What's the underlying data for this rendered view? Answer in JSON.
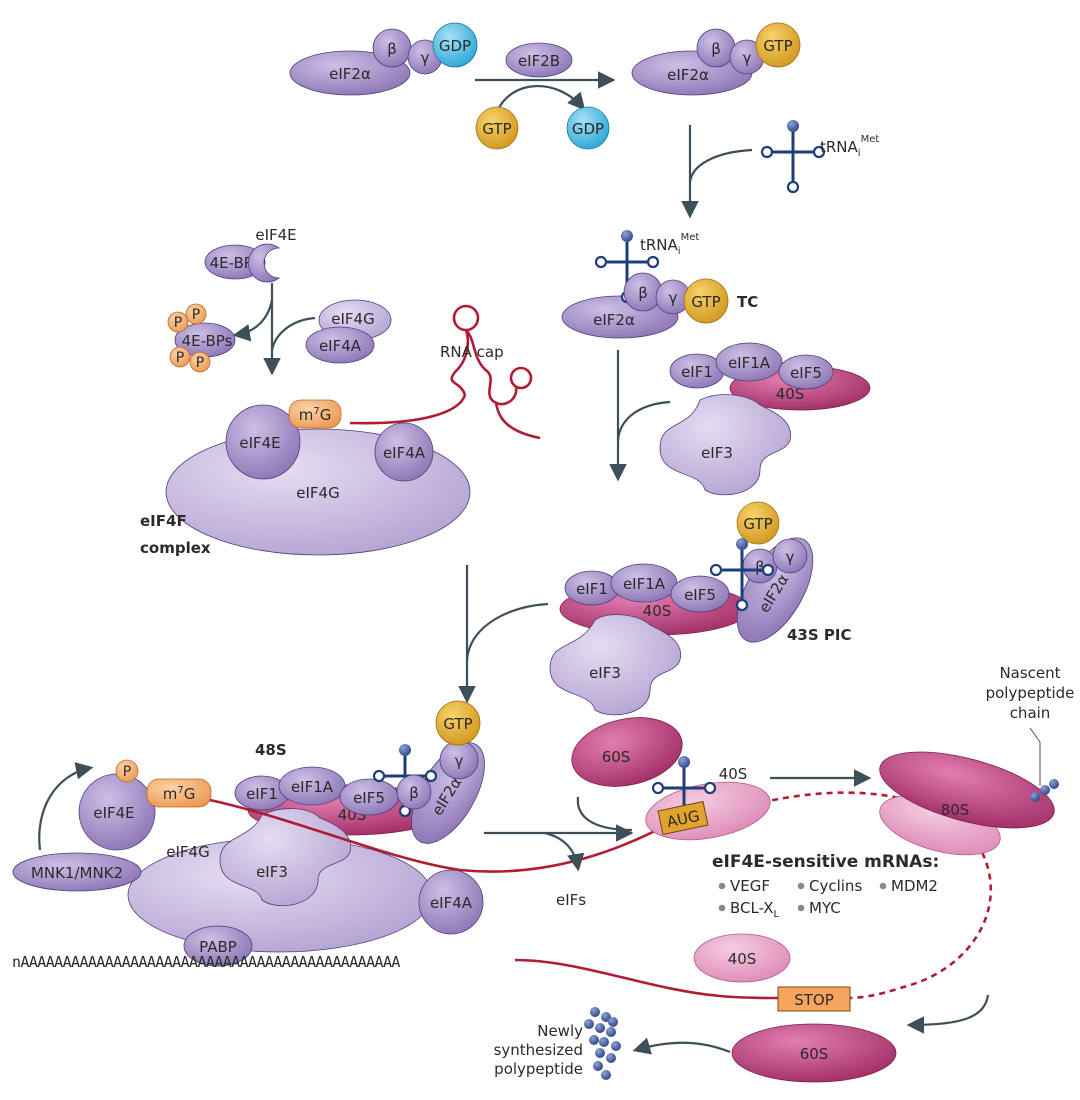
{
  "labels": {
    "gdp": "GDP",
    "gtp": "GTP",
    "beta": "β",
    "gamma": "γ",
    "eif2a": "eIF2α",
    "eif2b": "eIF2B",
    "trna": "tRNA",
    "trna_sub": "i",
    "trna_sup": "Met",
    "tc": "TC",
    "eif4e": "eIF4E",
    "bp": "4E-BPs",
    "p": "P",
    "eif4g": "eIF4G",
    "eif4a": "eIF4A",
    "rna_cap": "RNA cap",
    "m7g": "m",
    "m7g_sup": "7",
    "m7g_tail": "G",
    "eif4f_1": "eIF4F",
    "eif4f_2": "complex",
    "eif1": "eIF1",
    "eif1a": "eIF1A",
    "eif5": "eIF5",
    "s40": "40S",
    "eif3": "eIF3",
    "pic": "43S PIC",
    "s48": "48S",
    "mnk": "MNK1/MNK2",
    "pabp": "PABP",
    "polya": "nAAAAAAAAAAAAAAAAAAAAAAAAAAAAAAAAAAAAAAAAAAAAA",
    "s60": "60S",
    "s80": "80S",
    "aug": "AUG",
    "stop": "STOP",
    "eifs": "eIFs",
    "nascent_1": "Nascent",
    "nascent_2": "polypeptide",
    "nascent_3": "chain",
    "newly_1": "Newly",
    "newly_2": "synthesized",
    "newly_3": "polypeptide",
    "sens_title": "eIF4E-sensitive mRNAs:",
    "sens_vegf": "VEGF",
    "sens_cyclins": "Cyclins",
    "sens_mdm2": "MDM2",
    "sens_bcl": "BCL-X",
    "sens_bcl_sub": "L",
    "sens_myc": "MYC"
  },
  "colors": {
    "purple": "#a58fc6",
    "purple_light": "#c9bde0",
    "purple_stroke": "#6a5894",
    "gtp": "#e1a628",
    "gdp": "#3fb7e3",
    "phospho": "#f4ad6e",
    "ribosome": "#b8336f",
    "ribosome_light": "#e7a3c7",
    "mrna": "#b01c34",
    "trna": "#1d3e78",
    "arrow": "#3d4f58"
  }
}
